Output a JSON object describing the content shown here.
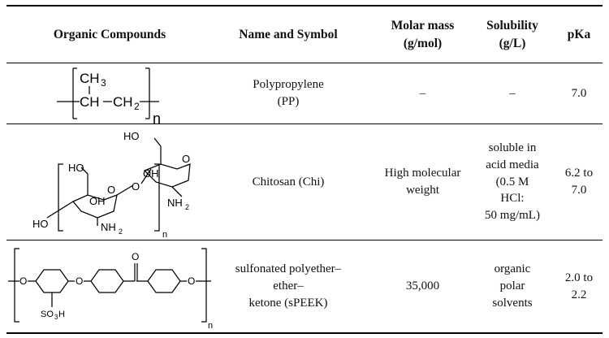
{
  "table": {
    "headers": {
      "compounds": "Organic Compounds",
      "name": "Name and Symbol",
      "molar_mass": "Molar mass\n(g/mol)",
      "solubility": "Solubility\n(g/L)",
      "pka": "pKa"
    },
    "rows": [
      {
        "structure_icon": "polypropylene-structure",
        "labels": {
          "ch3": "CH",
          "sub3": "3",
          "ch": "CH",
          "ch2": "CH",
          "sub2": "2",
          "n": "n"
        },
        "name": "Polypropylene\n(PP)",
        "molar_mass": "–",
        "solubility": "–",
        "pka": "7.0"
      },
      {
        "structure_icon": "chitosan-structure",
        "labels": {
          "ho_top": "HO",
          "ho_left": "HO",
          "oh1": "OH",
          "oh2": "OH",
          "o_ring1": "O",
          "o_ring2": "O",
          "o_bridge": "O",
          "ho_bottom": "HO",
          "nh2_1": "NH",
          "nh2_2": "NH",
          "sub2": "2",
          "n": "n"
        },
        "name": "Chitosan (Chi)",
        "molar_mass": "High molecular\nweight",
        "solubility": "soluble in\nacid media\n(0.5 M\nHCl:\n50 mg/mL)",
        "pka": "6.2 to\n7.0"
      },
      {
        "structure_icon": "speek-structure",
        "labels": {
          "o1": "O",
          "o2": "O",
          "o3": "O",
          "o_carbonyl": "O",
          "so3h": "SO",
          "sub3": "3",
          "h": "H",
          "n": "n"
        },
        "name": "sulfonated polyether–\nether–\nketone (sPEEK)",
        "molar_mass": "35,000",
        "solubility": "organic\npolar\nsolvents",
        "pka": "2.0 to\n2.2"
      }
    ]
  }
}
